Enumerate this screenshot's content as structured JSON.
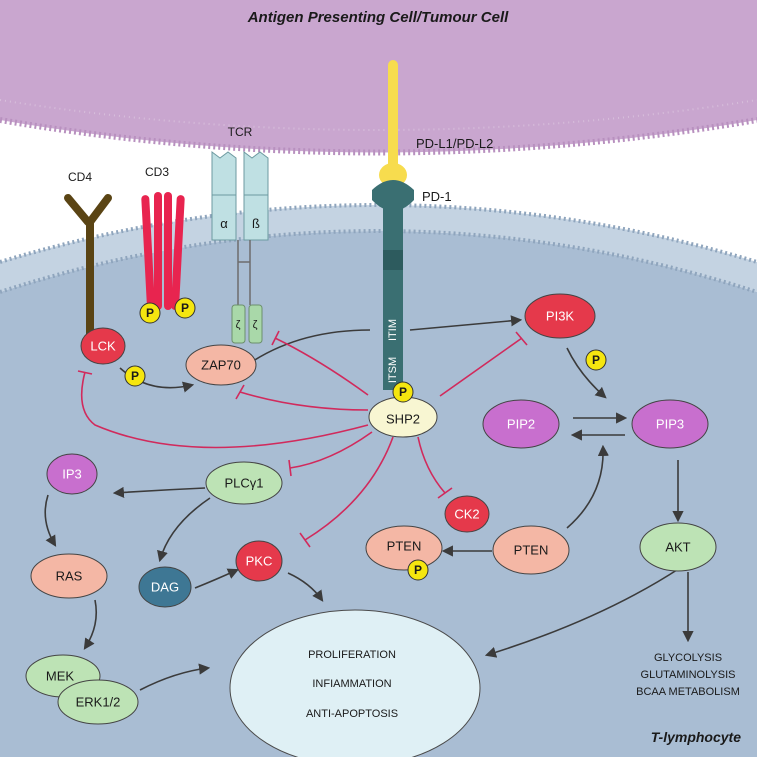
{
  "header": {
    "title": "Antigen Presenting Cell/Tumour Cell"
  },
  "footer": {
    "cell_label": "T-lymphocyte"
  },
  "receptors": {
    "cd4": "CD4",
    "cd3": "CD3",
    "tcr": "TCR",
    "tcr_alpha": "α",
    "tcr_beta": "ß",
    "tcr_zeta_1": "ζ",
    "tcr_zeta_2": "ζ",
    "pdl": "PD-L1/PD-L2",
    "pd1": "PD-1",
    "itim": "ITIM",
    "itsm": "ITSM"
  },
  "phospho": {
    "label": "P"
  },
  "nodes": {
    "lck": "LCK",
    "zap70": "ZAP70",
    "shp2": "SHP2",
    "pi3k": "PI3K",
    "pip2": "PIP2",
    "pip3": "PIP3",
    "ip3": "IP3",
    "plcg1": "PLCγ1",
    "ck2": "CK2",
    "ras": "RAS",
    "dag": "DAG",
    "pkc": "PKC",
    "pten_p": "PTEN",
    "pten": "PTEN",
    "akt": "AKT",
    "mek": "MEK",
    "erk": "ERK1/2"
  },
  "outcomes": {
    "proliferation": "PROLIFERATION",
    "inflammation": "INFIAMMATION",
    "anti_apoptosis": "ANTI-APOPTOSIS"
  },
  "metabolism": {
    "glycolysis": "GLYCOLYSIS",
    "glutaminolysis": "GLUTAMINOLYSIS",
    "bcaa": "BCAA METABOLISM"
  },
  "colors": {
    "apc_fill": "#c9a6cf",
    "cell_fill": "#a9bdd3",
    "nucleus_fill": "#dff0f5",
    "activation_arrow": "#3b3b3b",
    "inhibition_arrow": "#d12a5c",
    "phospho_fill": "#f5e60f",
    "lck_fill": "#e5394b",
    "pi3k_fill": "#e5394b",
    "pkc_fill": "#e5394b",
    "ck2_fill": "#e5394b",
    "zap70_fill": "#f4b7a5",
    "pten_fill": "#f4b7a5",
    "ras_fill": "#f4b7a5",
    "pip_fill": "#c86fce",
    "ip3_fill": "#c86fce",
    "plc_fill": "#bde3b5",
    "akt_fill": "#bde3b5",
    "mek_fill": "#bde3b5",
    "erk_fill": "#bde3b5",
    "dag_fill": "#3e7794",
    "shp2_fill": "#f8f6d2",
    "cd4_fill": "#5a4414",
    "cd3_fill": "#e8244f",
    "tcr_fill": "#bfe0e3",
    "pd1_fill": "#3a6f72",
    "pdl_fill": "#f7dc4e"
  }
}
